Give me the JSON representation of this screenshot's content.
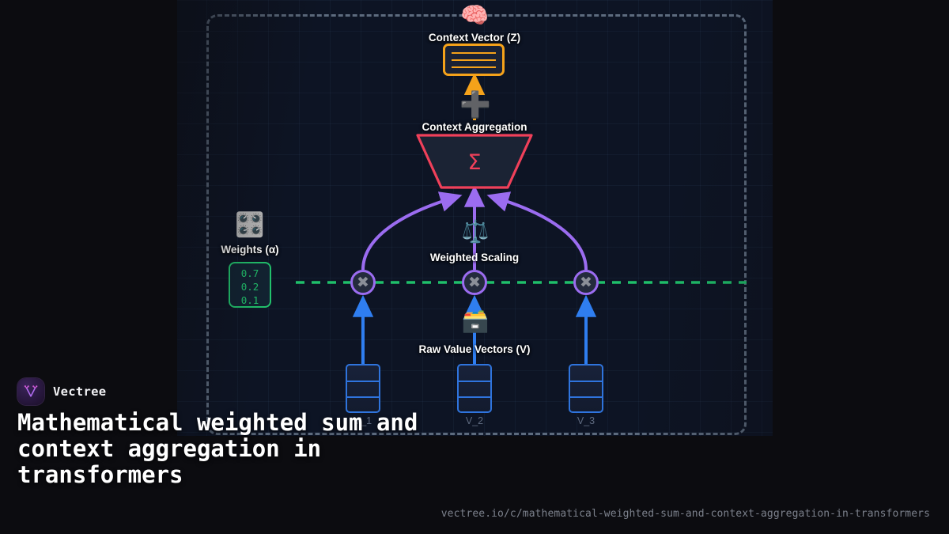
{
  "brand": {
    "name": "Vectree",
    "logo_icon": "vectree-v-logo-icon",
    "accent": "#b06cf0"
  },
  "page_title": "Mathematical weighted sum and context aggregation in transformers",
  "page_url": "vectree.io/c/mathematical-weighted-sum-and-context-aggregation-in-transformers",
  "diagram": {
    "background": "#0d1424",
    "nodes": {
      "context_vector": {
        "label": "Context Vector (Z)",
        "icon": "brain-icon",
        "icon_glyph": "🧠",
        "color": "#f5a21a"
      },
      "context_aggregation": {
        "label": "Context Aggregation",
        "symbol": "Σ",
        "icon": "plus-sign-icon",
        "icon_glyph": "➕",
        "color": "#f0405a"
      },
      "weighted_scaling": {
        "label": "Weighted Scaling",
        "icon": "balance-scale-icon",
        "icon_glyph": "⚖️",
        "operator": "✖",
        "color": "#9b6cf0"
      },
      "weights": {
        "label": "Weights (α)",
        "icon": "control-knobs-icon",
        "icon_glyph": "🎛️",
        "values": [
          "0.7",
          "0.2",
          "0.1"
        ],
        "color": "#22c36d"
      },
      "raw_value_vectors": {
        "label": "Raw Value Vectors (V)",
        "icon": "card-file-box-icon",
        "icon_glyph": "🗃️",
        "color": "#2f74dd",
        "items": [
          {
            "caption": "V_1"
          },
          {
            "caption": "V_2"
          },
          {
            "caption": "V_3"
          }
        ]
      }
    }
  }
}
